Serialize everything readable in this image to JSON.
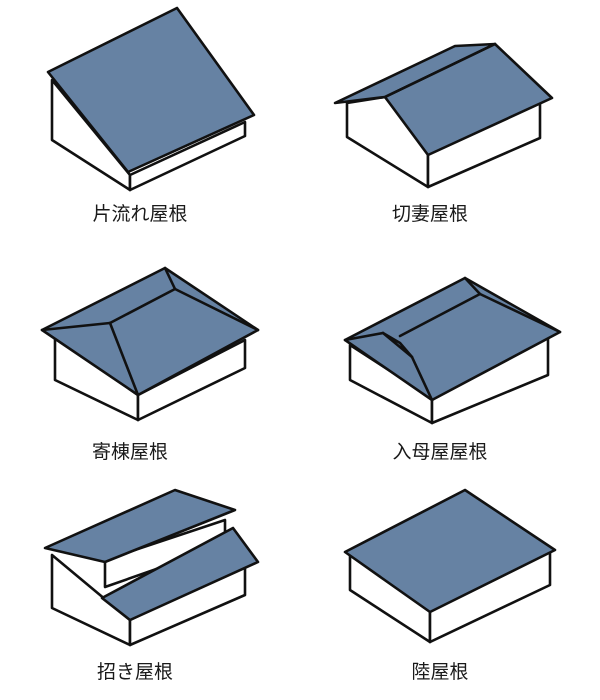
{
  "colors": {
    "roof": "#6682a3",
    "wall": "#ffffff",
    "outline": "#111111",
    "text": "#1a1a1a"
  },
  "roof_types": [
    {
      "label": "片流れ屋根"
    },
    {
      "label": "切妻屋根"
    },
    {
      "label": "寄棟屋根"
    },
    {
      "label": "入母屋屋根"
    },
    {
      "label": "招き屋根"
    },
    {
      "label": "陸屋根"
    }
  ]
}
